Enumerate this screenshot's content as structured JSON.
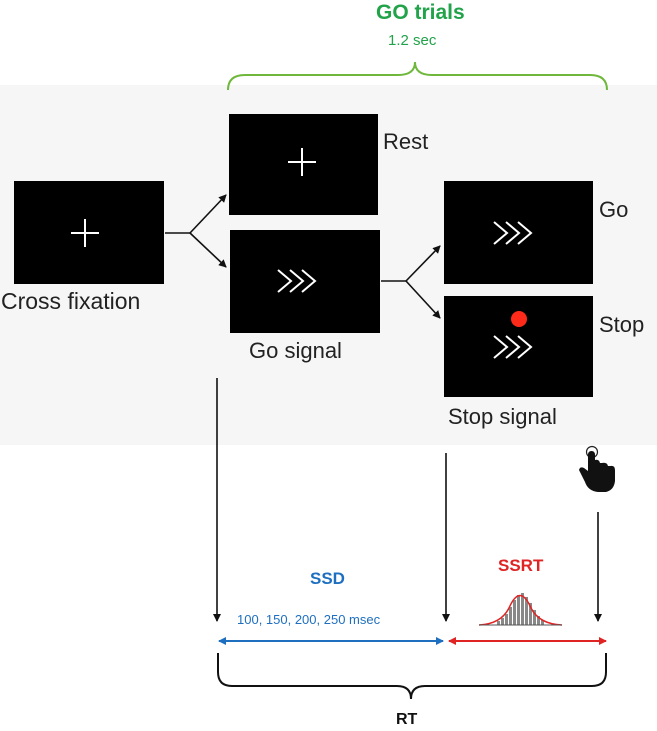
{
  "header": {
    "title": "GO trials",
    "duration": "1.2 sec"
  },
  "screens": {
    "cross_fixation": {
      "label": "Cross fixation",
      "symbol": "+"
    },
    "rest": {
      "label": "Rest",
      "symbol": "+"
    },
    "go_signal": {
      "label": "Go signal",
      "symbol": ">>>"
    },
    "go": {
      "label": "Go",
      "symbol": ">>>"
    },
    "stop": {
      "label": "Stop",
      "symbol": ">>>"
    },
    "stop_signal_caption": "Stop signal"
  },
  "timeline": {
    "ssd_label": "SSD",
    "ssd_values": "100, 150, 200, 250 msec",
    "ssrt_label": "SSRT",
    "rt_label": "RT"
  },
  "colors": {
    "green": "#22a34a",
    "blue": "#1f6fc0",
    "red": "#e02424",
    "stop_dot": "#ff2a1a",
    "screen": "#000000"
  },
  "icons": [
    "pointing-hand-icon",
    "distribution-histogram-icon"
  ]
}
